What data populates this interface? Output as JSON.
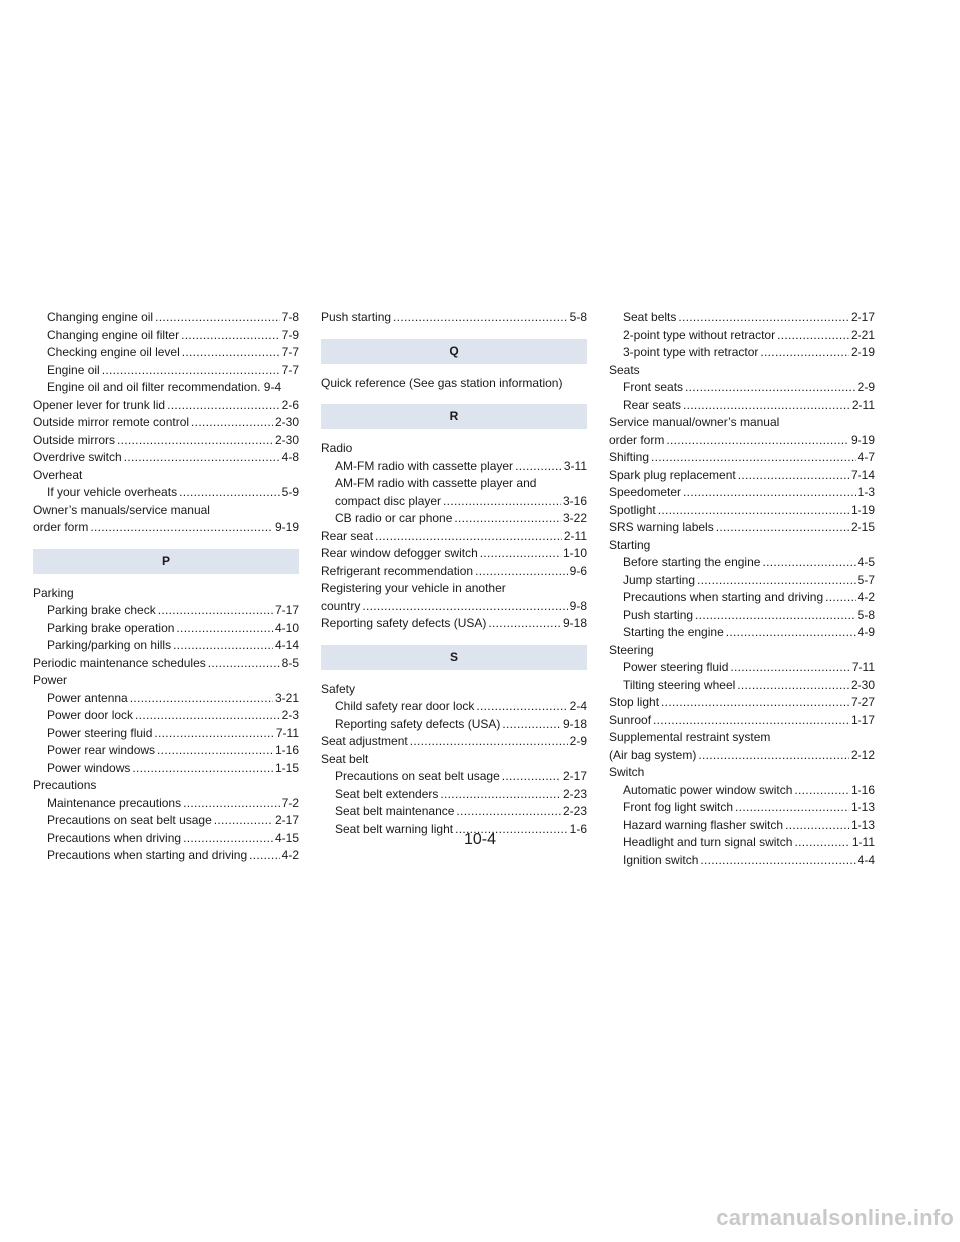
{
  "page_number": "10-4",
  "watermark": "carmanualsonline.info",
  "columns": [
    [
      {
        "kind": "entry",
        "sub": true,
        "text": "Changing engine oil",
        "page": "7-8"
      },
      {
        "kind": "entry",
        "sub": true,
        "text": "Changing engine oil filter",
        "page": "7-9"
      },
      {
        "kind": "entry",
        "sub": true,
        "text": "Checking engine oil level",
        "page": "7-7"
      },
      {
        "kind": "entry",
        "sub": true,
        "text": "Engine oil",
        "page": "7-7"
      },
      {
        "kind": "text",
        "sub": true,
        "text": "Engine oil and oil filter recommendation. 9-4"
      },
      {
        "kind": "entry",
        "sub": false,
        "text": "Opener lever for trunk lid",
        "page": "2-6"
      },
      {
        "kind": "entry",
        "sub": false,
        "text": "Outside mirror remote control",
        "page": "2-30"
      },
      {
        "kind": "entry",
        "sub": false,
        "text": "Outside mirrors",
        "page": "2-30"
      },
      {
        "kind": "entry",
        "sub": false,
        "text": "Overdrive switch",
        "page": "4-8"
      },
      {
        "kind": "text",
        "sub": false,
        "text": "Overheat"
      },
      {
        "kind": "entry",
        "sub": true,
        "text": "If your vehicle overheats",
        "page": "5-9"
      },
      {
        "kind": "text",
        "sub": false,
        "text": "Owner’s manuals/service manual"
      },
      {
        "kind": "entry",
        "sub": false,
        "text": "order form",
        "page": "9-19"
      },
      {
        "kind": "letter",
        "text": "P"
      },
      {
        "kind": "text",
        "sub": false,
        "text": "Parking"
      },
      {
        "kind": "entry",
        "sub": true,
        "text": "Parking brake check",
        "page": "7-17"
      },
      {
        "kind": "entry",
        "sub": true,
        "text": "Parking brake operation",
        "page": "4-10"
      },
      {
        "kind": "entry",
        "sub": true,
        "text": "Parking/parking on hills",
        "page": "4-14"
      },
      {
        "kind": "entry",
        "sub": false,
        "text": "Periodic maintenance schedules",
        "page": "8-5"
      },
      {
        "kind": "text",
        "sub": false,
        "text": "Power"
      },
      {
        "kind": "entry",
        "sub": true,
        "text": "Power antenna",
        "page": "3-21"
      },
      {
        "kind": "entry",
        "sub": true,
        "text": "Power door lock",
        "page": "2-3"
      },
      {
        "kind": "entry",
        "sub": true,
        "text": "Power steering fluid",
        "page": "7-11"
      },
      {
        "kind": "entry",
        "sub": true,
        "text": "Power rear windows",
        "page": "1-16"
      },
      {
        "kind": "entry",
        "sub": true,
        "text": "Power windows",
        "page": "1-15"
      },
      {
        "kind": "text",
        "sub": false,
        "text": "Precautions"
      },
      {
        "kind": "entry",
        "sub": true,
        "text": "Maintenance precautions",
        "page": "7-2"
      },
      {
        "kind": "entry",
        "sub": true,
        "text": "Precautions on seat belt usage",
        "page": "2-17"
      },
      {
        "kind": "entry",
        "sub": true,
        "text": "Precautions when driving",
        "page": "4-15"
      },
      {
        "kind": "entry",
        "sub": true,
        "text": "Precautions when starting and driving",
        "page": "4-2"
      }
    ],
    [
      {
        "kind": "entry",
        "sub": false,
        "text": "Push starting",
        "page": "5-8"
      },
      {
        "kind": "letter",
        "text": "Q"
      },
      {
        "kind": "text",
        "sub": false,
        "text": "Quick reference (See gas station information)"
      },
      {
        "kind": "letter",
        "text": "R"
      },
      {
        "kind": "text",
        "sub": false,
        "text": "Radio"
      },
      {
        "kind": "entry",
        "sub": true,
        "text": "AM-FM radio with cassette player",
        "page": "3-11"
      },
      {
        "kind": "text",
        "sub": true,
        "text": "AM-FM radio with cassette player and"
      },
      {
        "kind": "entry",
        "sub": true,
        "text": "compact disc player",
        "page": "3-16"
      },
      {
        "kind": "entry",
        "sub": true,
        "text": "CB radio or car phone",
        "page": "3-22"
      },
      {
        "kind": "entry",
        "sub": false,
        "text": "Rear seat",
        "page": "2-11"
      },
      {
        "kind": "entry",
        "sub": false,
        "text": "Rear window defogger switch",
        "page": "1-10"
      },
      {
        "kind": "entry",
        "sub": false,
        "text": "Refrigerant recommendation",
        "page": "9-6"
      },
      {
        "kind": "text",
        "sub": false,
        "text": "Registering your vehicle in another"
      },
      {
        "kind": "entry",
        "sub": false,
        "text": "country",
        "page": "9-8"
      },
      {
        "kind": "entry",
        "sub": false,
        "text": "Reporting safety defects (USA)",
        "page": "9-18"
      },
      {
        "kind": "letter",
        "text": "S"
      },
      {
        "kind": "text",
        "sub": false,
        "text": "Safety"
      },
      {
        "kind": "entry",
        "sub": true,
        "text": "Child safety rear door lock",
        "page": "2-4"
      },
      {
        "kind": "entry",
        "sub": true,
        "text": "Reporting safety defects (USA)",
        "page": "9-18"
      },
      {
        "kind": "entry",
        "sub": false,
        "text": "Seat adjustment",
        "page": "2-9"
      },
      {
        "kind": "text",
        "sub": false,
        "text": "Seat belt"
      },
      {
        "kind": "entry",
        "sub": true,
        "text": "Precautions on seat belt usage",
        "page": "2-17"
      },
      {
        "kind": "entry",
        "sub": true,
        "text": "Seat belt extenders",
        "page": "2-23"
      },
      {
        "kind": "entry",
        "sub": true,
        "text": "Seat belt maintenance",
        "page": "2-23"
      },
      {
        "kind": "entry",
        "sub": true,
        "text": "Seat belt warning light",
        "page": "1-6"
      }
    ],
    [
      {
        "kind": "entry",
        "sub": true,
        "text": "Seat belts",
        "page": "2-17"
      },
      {
        "kind": "entry",
        "sub": true,
        "text": "2-point type without retractor",
        "page": "2-21"
      },
      {
        "kind": "entry",
        "sub": true,
        "text": "3-point type with retractor",
        "page": "2-19"
      },
      {
        "kind": "text",
        "sub": false,
        "text": "Seats"
      },
      {
        "kind": "entry",
        "sub": true,
        "text": "Front seats",
        "page": "2-9"
      },
      {
        "kind": "entry",
        "sub": true,
        "text": "Rear seats",
        "page": "2-11"
      },
      {
        "kind": "text",
        "sub": false,
        "text": "Service manual/owner’s manual"
      },
      {
        "kind": "entry",
        "sub": false,
        "text": "order form",
        "page": "9-19"
      },
      {
        "kind": "entry",
        "sub": false,
        "text": "Shifting",
        "page": "4-7"
      },
      {
        "kind": "entry",
        "sub": false,
        "text": "Spark plug replacement",
        "page": "7-14"
      },
      {
        "kind": "entry",
        "sub": false,
        "text": "Speedometer",
        "page": "1-3"
      },
      {
        "kind": "entry",
        "sub": false,
        "text": "Spotlight",
        "page": "1-19"
      },
      {
        "kind": "entry",
        "sub": false,
        "text": "SRS warning labels",
        "page": "2-15"
      },
      {
        "kind": "text",
        "sub": false,
        "text": "Starting"
      },
      {
        "kind": "entry",
        "sub": true,
        "text": "Before starting the engine",
        "page": "4-5"
      },
      {
        "kind": "entry",
        "sub": true,
        "text": "Jump starting",
        "page": "5-7"
      },
      {
        "kind": "entry",
        "sub": true,
        "text": "Precautions when starting and driving",
        "page": "4-2"
      },
      {
        "kind": "entry",
        "sub": true,
        "text": "Push starting",
        "page": "5-8"
      },
      {
        "kind": "entry",
        "sub": true,
        "text": "Starting the engine",
        "page": "4-9"
      },
      {
        "kind": "text",
        "sub": false,
        "text": "Steering"
      },
      {
        "kind": "entry",
        "sub": true,
        "text": "Power steering fluid",
        "page": "7-11"
      },
      {
        "kind": "entry",
        "sub": true,
        "text": "Tilting steering wheel",
        "page": "2-30"
      },
      {
        "kind": "entry",
        "sub": false,
        "text": "Stop light",
        "page": "7-27"
      },
      {
        "kind": "entry",
        "sub": false,
        "text": "Sunroof",
        "page": "1-17"
      },
      {
        "kind": "text",
        "sub": false,
        "text": "Supplemental restraint system"
      },
      {
        "kind": "entry",
        "sub": false,
        "text": "(Air bag system)",
        "page": "2-12"
      },
      {
        "kind": "text",
        "sub": false,
        "text": "Switch"
      },
      {
        "kind": "entry",
        "sub": true,
        "text": "Automatic power window switch",
        "page": "1-16"
      },
      {
        "kind": "entry",
        "sub": true,
        "text": "Front fog light switch",
        "page": "1-13"
      },
      {
        "kind": "entry",
        "sub": true,
        "text": "Hazard warning flasher switch",
        "page": "1-13"
      },
      {
        "kind": "entry",
        "sub": true,
        "text": "Headlight and turn signal switch",
        "page": "1-11"
      },
      {
        "kind": "entry",
        "sub": true,
        "text": "Ignition switch",
        "page": "4-4"
      }
    ]
  ]
}
